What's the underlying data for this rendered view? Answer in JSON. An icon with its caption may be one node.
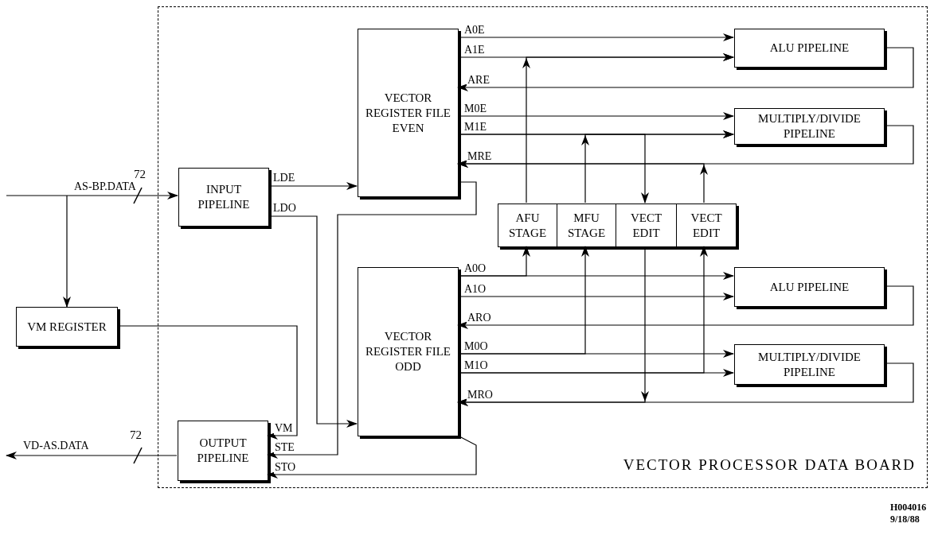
{
  "diagram": {
    "nodes": [
      {
        "text": [
          "VECTOR PROCESSOR DATA BOARD"
        ]
      },
      {
        "text": [
          "INPUT PIPELINE"
        ],
        "in": 0
      },
      {
        "text": [
          "VECTOR REGISTER FILE EVEN"
        ],
        "in": 0
      },
      {
        "text": [
          "VECTOR REGISTER FILE ODD"
        ],
        "in": 0
      },
      {
        "text": [
          "AFU STAGE"
        ],
        "in": 0
      },
      {
        "text": [
          "MFU STAGE"
        ],
        "in": 0
      },
      {
        "text": [
          "VECT EDIT"
        ],
        "in": 0
      },
      {
        "text": [
          "VECT EDIT"
        ],
        "in": 0
      },
      {
        "text": [
          "ALU PIPELINE"
        ],
        "in": 0
      },
      {
        "text": [
          "MULTIPLY/DIVIDE PIPELINE"
        ],
        "in": 0
      },
      {
        "text": [
          "ALU PIPELINE"
        ],
        "in": 0
      },
      {
        "text": [
          "MULTIPLY/DIVIDE PIPELINE"
        ],
        "in": 0
      },
      {
        "text": [
          "OUTPUT PIPELINE"
        ],
        "in": 0
      },
      {
        "text": [
          "VM REGISTER"
        ]
      }
    ],
    "edges": [
      {
        "from": null,
        "to": 1,
        "arrow": "to",
        "label": "AS-BP.DATA"
      },
      {
        "from": null,
        "to": 13,
        "arrow": "to"
      },
      {
        "from": 1,
        "to": 2,
        "arrow": "to",
        "label": "LDE"
      },
      {
        "from": 1,
        "to": 3,
        "arrow": "to",
        "label": "LDO"
      },
      {
        "from": 13,
        "to": 12,
        "arrow": "to",
        "label": "VM"
      },
      {
        "from": 2,
        "to": 12,
        "arrow": "to",
        "label": "STE"
      },
      {
        "from": 3,
        "to": 12,
        "arrow": "to",
        "label": "STO"
      },
      {
        "from": 12,
        "to": null,
        "arrow": "to",
        "label": "VD-AS.DATA"
      },
      {
        "from": 2,
        "to": 8,
        "arrow": "to",
        "label": "A0E"
      },
      {
        "from": 2,
        "to": 8,
        "arrow": "to",
        "label": "A1E"
      },
      {
        "from": 8,
        "to": 2,
        "arrow": "to",
        "label": "ARE"
      },
      {
        "from": 2,
        "to": 9,
        "arrow": "to",
        "label": "M0E"
      },
      {
        "from": 2,
        "to": 9,
        "arrow": "to",
        "label": "M1E"
      },
      {
        "from": 9,
        "to": 2,
        "arrow": "to",
        "label": "MRE"
      },
      {
        "from": 3,
        "to": 10,
        "arrow": "to",
        "label": "A0O"
      },
      {
        "from": 3,
        "to": 10,
        "arrow": "to",
        "label": "A1O"
      },
      {
        "from": 10,
        "to": 3,
        "arrow": "to",
        "label": "ARO"
      },
      {
        "from": 3,
        "to": 11,
        "arrow": "to",
        "label": "M0O"
      },
      {
        "from": 3,
        "to": 11,
        "arrow": "to",
        "label": "M1O"
      },
      {
        "from": 11,
        "to": 3,
        "arrow": "to",
        "label": "MRO"
      },
      {
        "from": 4,
        "to": 8,
        "arrow": "to"
      },
      {
        "from": 3,
        "to": 4,
        "arrow": "to"
      },
      {
        "from": 5,
        "to": 9,
        "arrow": "to"
      },
      {
        "from": 3,
        "to": 5,
        "arrow": "to"
      },
      {
        "from": 2,
        "to": 6,
        "arrow": "to"
      },
      {
        "from": 6,
        "to": 3,
        "arrow": "to"
      },
      {
        "from": 3,
        "to": 7,
        "arrow": "to"
      },
      {
        "from": 7,
        "to": 2,
        "arrow": "to"
      }
    ],
    "labels": [
      "72",
      "72",
      "H004016",
      "9/18/88"
    ]
  }
}
